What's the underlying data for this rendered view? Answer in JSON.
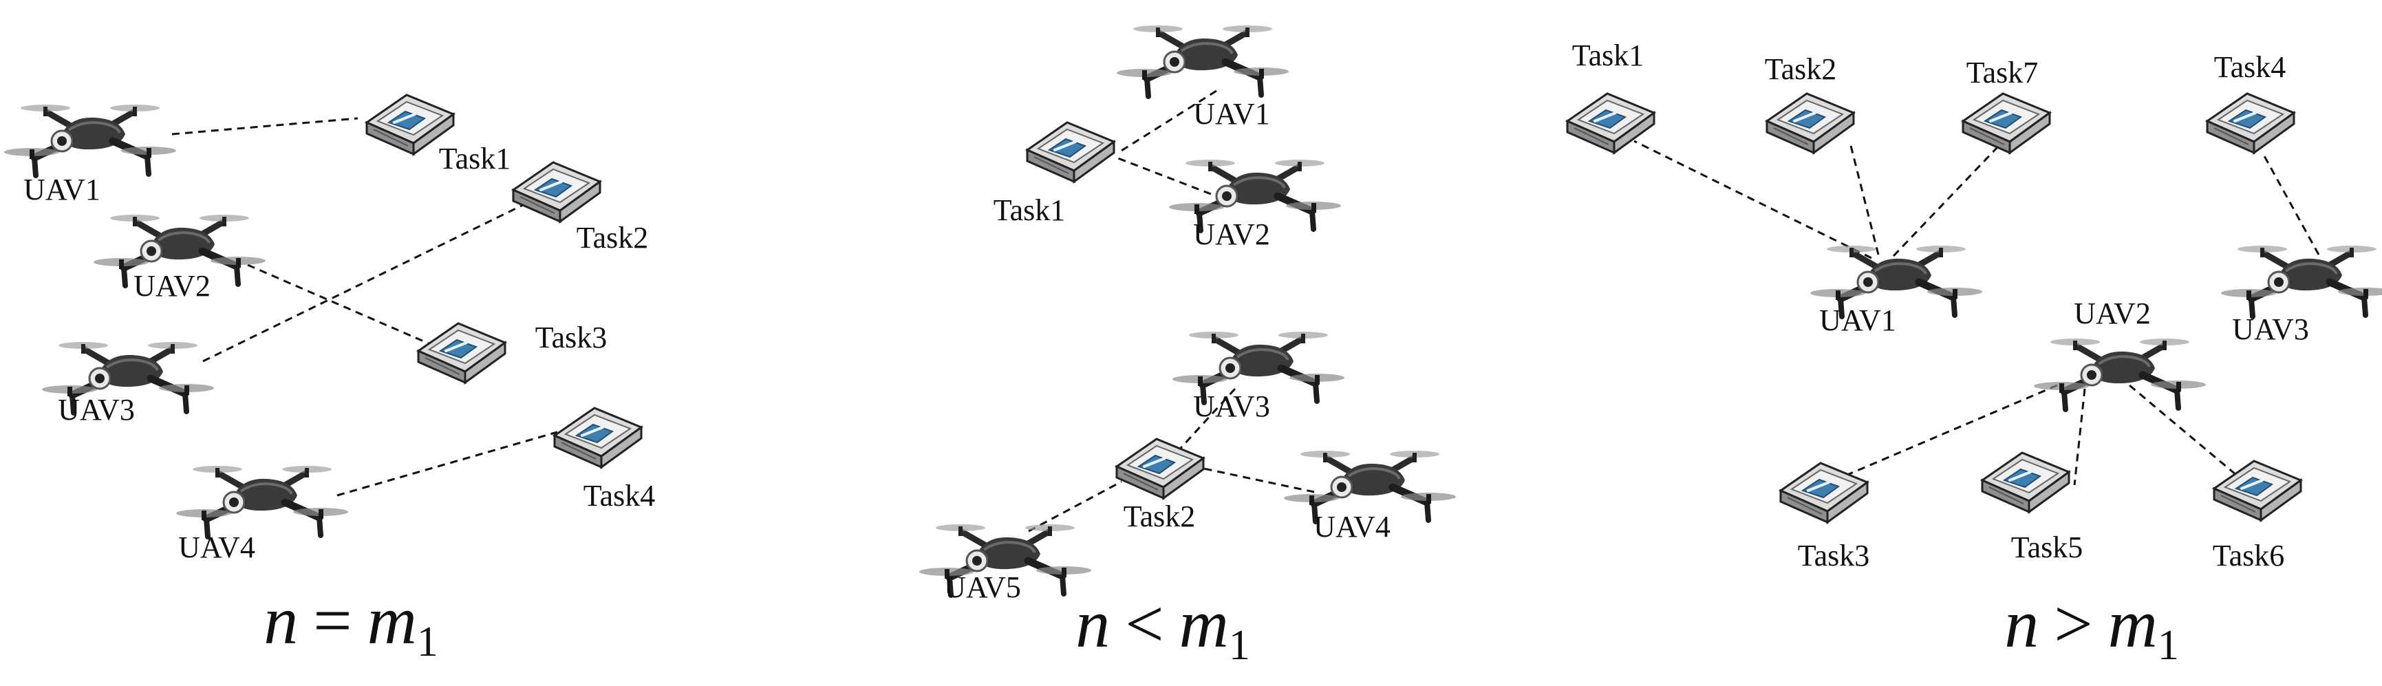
{
  "panels": [
    {
      "id": "equal",
      "caption": {
        "lhs": "n",
        "op": "=",
        "rhs": "m",
        "sub": "1"
      },
      "uavs": [
        {
          "id": "UAV1",
          "label": "UAV1"
        },
        {
          "id": "UAV2",
          "label": "UAV2"
        },
        {
          "id": "UAV3",
          "label": "UAV3"
        },
        {
          "id": "UAV4",
          "label": "UAV4"
        }
      ],
      "tasks": [
        {
          "id": "Task1",
          "label": "Task1"
        },
        {
          "id": "Task2",
          "label": "Task2"
        },
        {
          "id": "Task3",
          "label": "Task3"
        },
        {
          "id": "Task4",
          "label": "Task4"
        }
      ],
      "links": [
        {
          "from": "UAV1",
          "to": "Task1"
        },
        {
          "from": "UAV2",
          "to": "Task3"
        },
        {
          "from": "UAV3",
          "to": "Task2"
        },
        {
          "from": "UAV4",
          "to": "Task4"
        }
      ]
    },
    {
      "id": "less",
      "caption": {
        "lhs": "n",
        "op": "<",
        "rhs": "m",
        "sub": "1"
      },
      "uavs": [
        {
          "id": "UAV1",
          "label": "UAV1"
        },
        {
          "id": "UAV2",
          "label": "UAV2"
        },
        {
          "id": "UAV3",
          "label": "UAV3"
        },
        {
          "id": "UAV4",
          "label": "UAV4"
        },
        {
          "id": "UAV5",
          "label": "UAV5"
        }
      ],
      "tasks": [
        {
          "id": "Task1",
          "label": "Task1"
        },
        {
          "id": "Task2",
          "label": "Task2"
        }
      ],
      "links": [
        {
          "from": "UAV1",
          "to": "Task1"
        },
        {
          "from": "UAV2",
          "to": "Task1"
        },
        {
          "from": "UAV3",
          "to": "Task2"
        },
        {
          "from": "UAV4",
          "to": "Task2"
        },
        {
          "from": "UAV5",
          "to": "Task2"
        }
      ]
    },
    {
      "id": "greater",
      "caption": {
        "lhs": "n",
        "op": ">",
        "rhs": "m",
        "sub": "1"
      },
      "uavs": [
        {
          "id": "UAV1",
          "label": "UAV1"
        },
        {
          "id": "UAV2",
          "label": "UAV2"
        },
        {
          "id": "UAV3",
          "label": "UAV3"
        }
      ],
      "tasks": [
        {
          "id": "Task1",
          "label": "Task1"
        },
        {
          "id": "Task2",
          "label": "Task2"
        },
        {
          "id": "Task3",
          "label": "Task3"
        },
        {
          "id": "Task4",
          "label": "Task4"
        },
        {
          "id": "Task5",
          "label": "Task5"
        },
        {
          "id": "Task6",
          "label": "Task6"
        },
        {
          "id": "Task7",
          "label": "Task7"
        }
      ],
      "links": [
        {
          "from": "UAV1",
          "to": "Task1"
        },
        {
          "from": "UAV1",
          "to": "Task2"
        },
        {
          "from": "UAV1",
          "to": "Task7"
        },
        {
          "from": "UAV2",
          "to": "Task3"
        },
        {
          "from": "UAV2",
          "to": "Task5"
        },
        {
          "from": "UAV2",
          "to": "Task6"
        },
        {
          "from": "UAV3",
          "to": "Task4"
        }
      ]
    }
  ]
}
